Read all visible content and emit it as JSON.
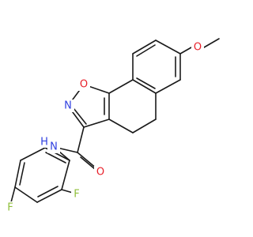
{
  "molecule": {
    "atoms": [
      {
        "symbol": "O",
        "role": "methoxy-oxygen",
        "color": "#e8202a"
      },
      {
        "symbol": "O",
        "role": "isoxazole-oxygen",
        "color": "#e8202a"
      },
      {
        "symbol": "N",
        "role": "isoxazole-nitrogen",
        "color": "#2f3fe0"
      },
      {
        "symbol": "O",
        "role": "carbonyl-oxygen",
        "color": "#e8202a"
      },
      {
        "symbol": "N",
        "role": "amide-nitrogen",
        "color": "#2f3fe0"
      },
      {
        "symbol": "H",
        "role": "amide-hydrogen",
        "color": "#2f3fe0"
      },
      {
        "symbol": "F",
        "role": "ortho-fluorine",
        "color": "#8fbf3a"
      },
      {
        "symbol": "F",
        "role": "para-fluorine",
        "color": "#8fbf3a"
      }
    ],
    "bond_color": "#1a1a1a"
  }
}
